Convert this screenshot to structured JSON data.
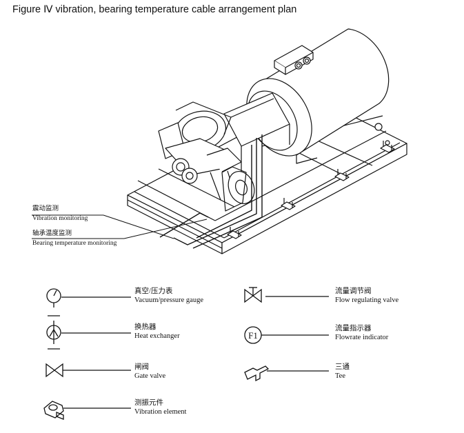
{
  "title": "Figure Ⅳ  vibration, bearing temperature cable arrangement plan",
  "callouts": {
    "vibration_zh": "震动监测",
    "vibration_en": "Vibration monitoring",
    "bearing_zh": "轴承温度监测",
    "bearing_en": "Bearing temperature monitoring"
  },
  "legend": {
    "vacuum_gauge": {
      "zh": "真空/压力表",
      "en": "Vacuum/pressure gauge"
    },
    "heat_exchanger": {
      "zh": "换热器",
      "en": "Heat exchanger"
    },
    "gate_valve": {
      "zh": "闸阀",
      "en": "Gate valve"
    },
    "vibration_element": {
      "zh": "测振元件",
      "en": "Vibration element"
    },
    "flow_valve": {
      "zh": "流量调节阀",
      "en": "Flow regulating valve"
    },
    "flowrate_indicator": {
      "zh": "流量指示器",
      "en": "Flowrate indicator",
      "symbol": "F1"
    },
    "tee": {
      "zh": "三通",
      "en": "Tee"
    }
  }
}
